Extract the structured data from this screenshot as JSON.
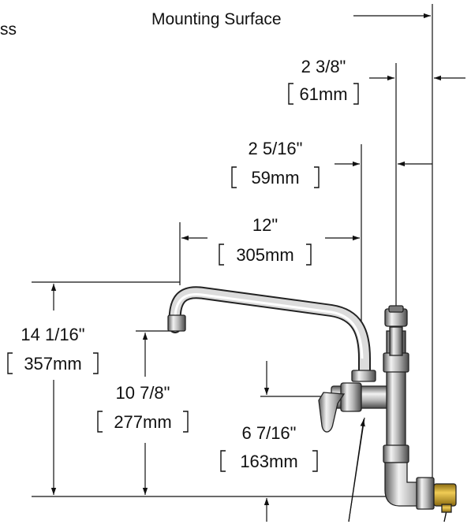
{
  "labels": {
    "cropped_text": "ss",
    "mounting_surface": "Mounting Surface"
  },
  "dimensions": {
    "d1": {
      "imperial": "2 3/8\"",
      "metric": "61mm"
    },
    "d2": {
      "imperial": "2 5/16\"",
      "metric": "59mm"
    },
    "d3": {
      "imperial": "12\"",
      "metric": "305mm"
    },
    "d4": {
      "imperial": "14 1/16\"",
      "metric": "357mm"
    },
    "d5": {
      "imperial": "10 7/8\"",
      "metric": "277mm"
    },
    "d6": {
      "imperial": "6 7/16\"",
      "metric": "163mm"
    }
  },
  "colors": {
    "line": "#111111",
    "chrome_light": "#f2f2f2",
    "chrome_mid": "#b5b5b5",
    "chrome_dark": "#5a5a5a",
    "brass": "#c9a227"
  }
}
